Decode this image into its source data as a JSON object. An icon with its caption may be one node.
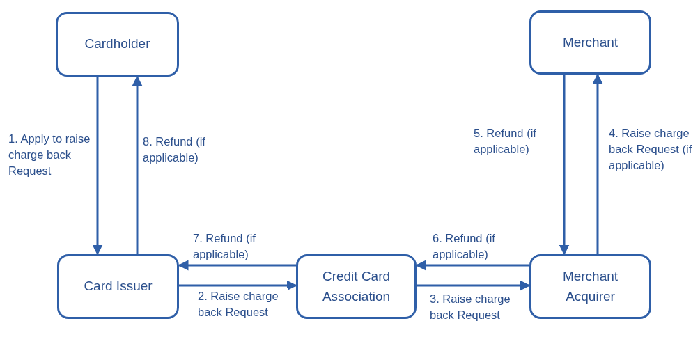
{
  "diagram": {
    "nodes": [
      {
        "text": [
          "Cardholder"
        ]
      },
      {
        "text": [
          "Merchant"
        ]
      },
      {
        "text": [
          "Card Issuer"
        ]
      },
      {
        "text": [
          "Credit Card Association"
        ]
      },
      {
        "text": [
          "Merchant Acquirer"
        ]
      }
    ],
    "edges": [
      {
        "from": 0,
        "to": 2,
        "arrow": "to",
        "label": "1. Apply to raise charge back Request"
      },
      {
        "from": 2,
        "to": 3,
        "arrow": "to",
        "label": "2. Raise charge back Request"
      },
      {
        "from": 3,
        "to": 4,
        "arrow": "to",
        "label": "3. Raise charge back Request"
      },
      {
        "from": 4,
        "to": 1,
        "arrow": "to",
        "label": "4. Raise charge back Request (if applicable)"
      },
      {
        "from": 1,
        "to": 4,
        "arrow": "to",
        "label": "5. Refund (if applicable)"
      },
      {
        "from": 4,
        "to": 3,
        "arrow": "to",
        "label": "6. Refund (if applicable)"
      },
      {
        "from": 3,
        "to": 2,
        "arrow": "to",
        "label": "7. Refund (if applicable)"
      },
      {
        "from": 2,
        "to": 0,
        "arrow": "to",
        "label": "8. Refund (if applicable)"
      }
    ]
  }
}
